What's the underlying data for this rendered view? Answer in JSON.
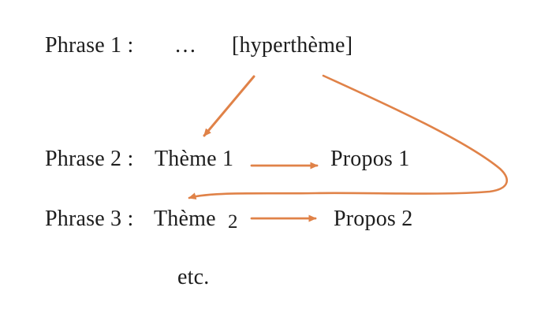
{
  "colors": {
    "arrow": "#e08248",
    "text": "#1d1d1d",
    "background": "#ffffff"
  },
  "diagram": {
    "phrase1": {
      "label": "Phrase 1 :",
      "ellipsis": "…",
      "hypertheme": "[hyperthème]"
    },
    "phrase2": {
      "label": "Phrase 2 :",
      "theme": "Thème 1",
      "propos": "Propos 1"
    },
    "phrase3": {
      "label": "Phrase 3 :",
      "theme": "Thème",
      "theme_number": "2",
      "propos": "Propos 2"
    },
    "footer": "etc.",
    "arrows": [
      {
        "name": "hypertheme-to-theme1-arrow",
        "from": "hyperthème",
        "to": "Thème 1",
        "style": "straight-diagonal"
      },
      {
        "name": "theme1-to-propos1-arrow",
        "from": "Thème 1",
        "to": "Propos 1",
        "style": "straight-horizontal"
      },
      {
        "name": "loop-to-theme2-arrow",
        "from": "hyperthème",
        "to": "Thème 2",
        "style": "curved-loop-right"
      },
      {
        "name": "theme2-to-propos2-arrow",
        "from": "Thème 2",
        "to": "Propos 2",
        "style": "straight-horizontal"
      }
    ]
  }
}
